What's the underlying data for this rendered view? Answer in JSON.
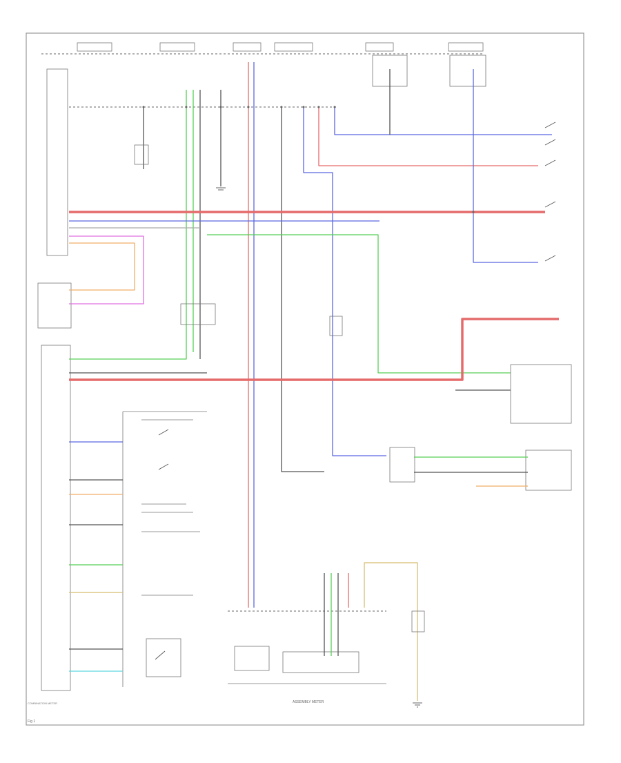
{
  "diagram": {
    "page_ref": "Fig 1",
    "footer_label": "ASSEMBLY METER",
    "left_component": "COMBINATION METER"
  }
}
